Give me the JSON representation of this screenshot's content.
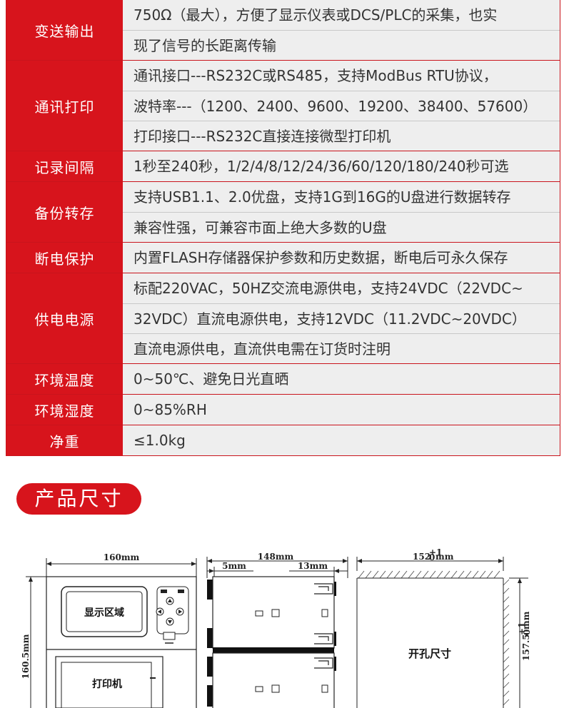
{
  "spec_rows": [
    {
      "label": "变送输出",
      "lines": [
        "750Ω（最大），方便了显示仪表或DCS/PLC的采集，也实",
        "现了信号的长距离传输"
      ]
    },
    {
      "label": "通讯打印",
      "lines": [
        "通讯接口---RS232C或RS485，支持ModBus RTU协议，",
        "波特率---（1200、2400、9600、19200、38400、57600）",
        "打印接口---RS232C直接连接微型打印机"
      ]
    },
    {
      "label": "记录间隔",
      "lines": [
        "1秒至240秒，1/2/4/8/12/24/36/60/120/180/240秒可选"
      ]
    },
    {
      "label": "备份转存",
      "lines": [
        "支持USB1.1、2.0优盘，支持1G到16G的U盘进行数据转存",
        "兼容性强，可兼容市面上绝大多数的U盘"
      ]
    },
    {
      "label": "断电保护",
      "lines": [
        "内置FLASH存储器保护参数和历史数据，断电后可永久保存"
      ]
    },
    {
      "label": "供电电源",
      "lines": [
        "标配220VAC，50HZ交流电源供电，支持24VDC（22VDC~",
        "32VDC）直流电源供电，支持12VDC（11.2VDC~20VDC）",
        "直流电源供电，直流供电需在订货时注明"
      ]
    },
    {
      "label": "环境温度",
      "lines": [
        "0~50℃、避免日光直晒"
      ]
    },
    {
      "label": "环境湿度",
      "lines": [
        "0~85%RH"
      ]
    },
    {
      "label": "净重",
      "lines": [
        "≤1.0kg"
      ]
    }
  ],
  "section": {
    "title": "产品尺寸"
  },
  "drawing": {
    "front": {
      "width_label": "160mm",
      "height_label": "160.5mm",
      "display_label": "显示区域",
      "printer_label": "打印机"
    },
    "side": {
      "width_label": "148mm",
      "left_label": "5mm",
      "right_label": "13mm"
    },
    "cutout": {
      "width_label": "152",
      "width_tol_top": "+1",
      "width_tol_bottom": "0",
      "width_unit": "mm",
      "height_label": "157.5",
      "height_tol_top": "+1",
      "height_tol_bottom": "0",
      "height_unit": "mm",
      "label": "开孔尺寸"
    }
  },
  "colors": {
    "accent": "#d7141c",
    "row_bg": "#eeeeee"
  }
}
